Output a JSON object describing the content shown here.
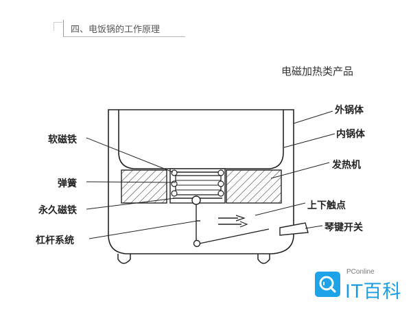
{
  "section_heading": "四、电饭锅的工作原理",
  "diagram_title": "电磁加热类产品",
  "labels": {
    "outer_pot": "外锅体",
    "inner_pot": "内锅体",
    "heating_element": "发热机",
    "contacts": "上下触点",
    "key_switch": "琴键开关",
    "soft_magnet": "软磁铁",
    "spring": "弹簧",
    "permanent_magnet": "永久磁铁",
    "lever_system": "杠杆系统"
  },
  "watermark": {
    "small_text": "PConline",
    "main_text": "IT百科",
    "color": "#1b9be0"
  },
  "colors": {
    "line": "#222222",
    "hatch": "#333333"
  }
}
